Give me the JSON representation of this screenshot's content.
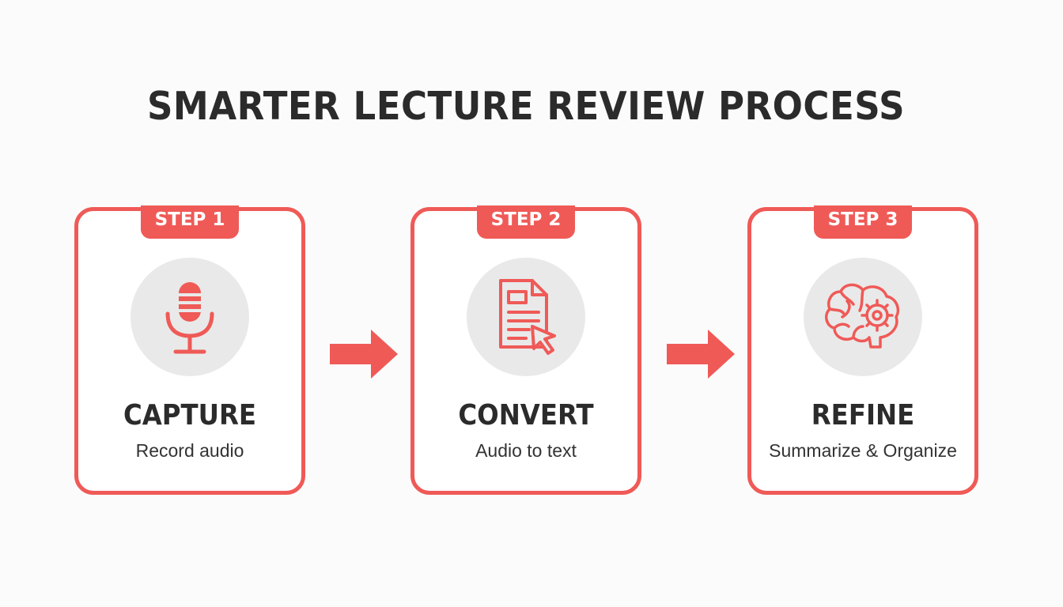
{
  "title": "SMARTER LECTURE REVIEW PROCESS",
  "accent_color": "#ef5a57",
  "steps": [
    {
      "badge": "STEP 1",
      "title": "CAPTURE",
      "subtitle": "Record audio",
      "icon": "microphone-icon"
    },
    {
      "badge": "STEP 2",
      "title": "CONVERT",
      "subtitle": "Audio to text",
      "icon": "document-cursor-icon"
    },
    {
      "badge": "STEP 3",
      "title": "REFINE",
      "subtitle": "Summarize & Organize",
      "icon": "brain-gear-icon"
    }
  ]
}
